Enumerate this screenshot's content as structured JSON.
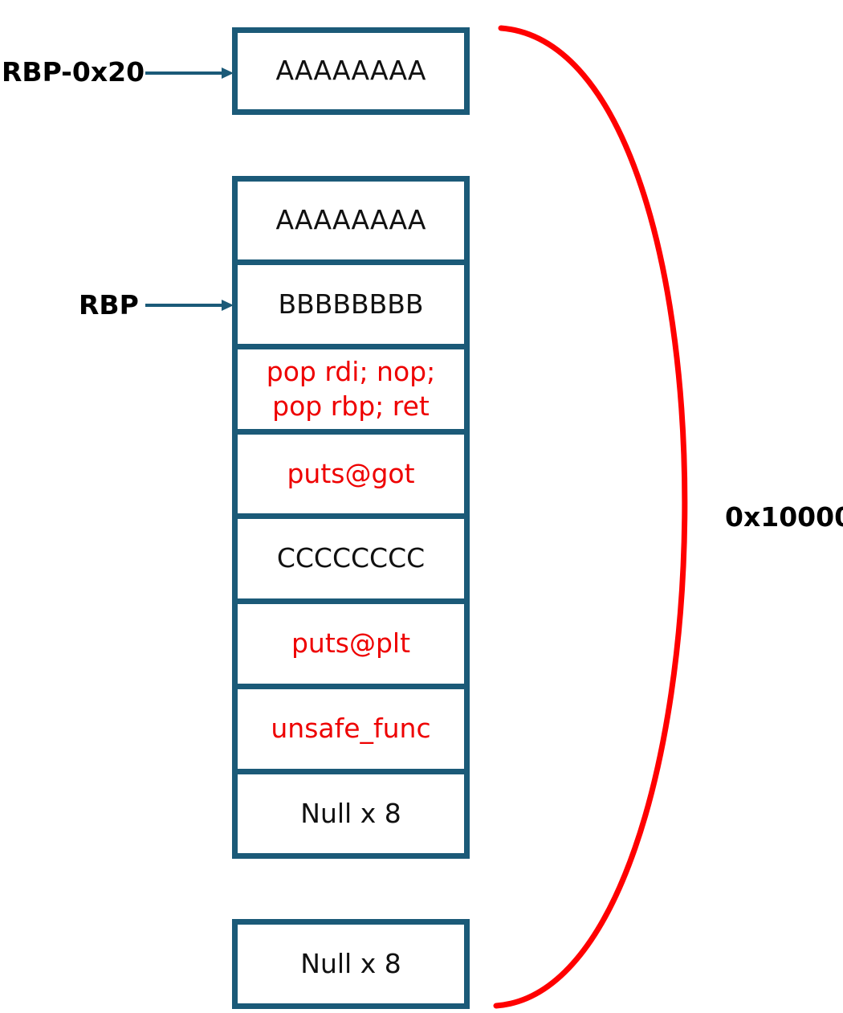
{
  "colors": {
    "box_border": "#1b5a78",
    "arrow": "#1b5a78",
    "brace": "#ff0000",
    "payload_text": "#ee0000",
    "filler_text": "#111111"
  },
  "pointers": {
    "rbp_minus_0x20": "RBP-0x20",
    "rbp": "RBP"
  },
  "size_label": "0x10000",
  "top_block": {
    "slot0": "AAAAAAAA"
  },
  "stack": {
    "slot0": "AAAAAAAA",
    "slot1": "BBBBBBBB",
    "slot2_line1": "pop rdi; nop;",
    "slot2_line2": "pop rbp; ret",
    "slot3": "puts@got",
    "slot4": "CCCCCCCC",
    "slot5": "puts@plt",
    "slot6": "unsafe_func",
    "slot7": "Null x 8"
  },
  "bottom_block": {
    "slot0": "Null x 8"
  }
}
